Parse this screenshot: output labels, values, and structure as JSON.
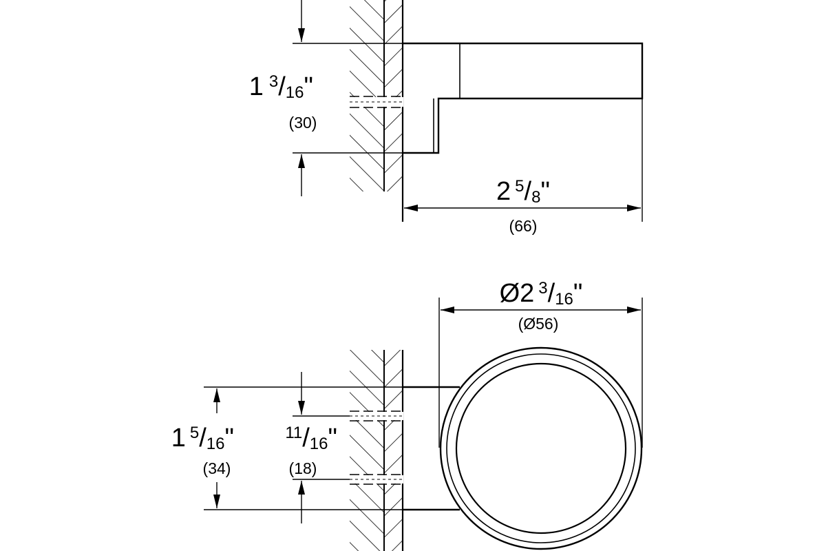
{
  "drawing": {
    "side_view": {
      "height_dim": {
        "whole": "1",
        "num": "3",
        "den": "16",
        "unit": "\"",
        "metric": "(30)"
      },
      "depth_dim": {
        "whole": "2",
        "num": "5",
        "den": "8",
        "unit": "\"",
        "metric": "(66)"
      }
    },
    "front_view": {
      "diameter_dim": {
        "whole": "Ø2",
        "num": "3",
        "den": "16",
        "unit": "\"",
        "metric": "(Ø56)"
      },
      "plate_height": {
        "whole": "1",
        "num": "5",
        "den": "16",
        "unit": "\"",
        "metric": "(34)"
      },
      "hole_spacing": {
        "whole": "",
        "num": "11",
        "den": "16",
        "unit": "\"",
        "metric": "(18)"
      }
    }
  }
}
